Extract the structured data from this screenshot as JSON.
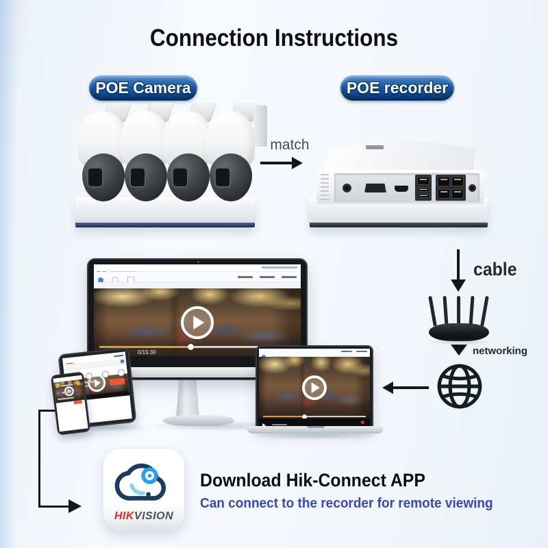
{
  "page": {
    "title": "Connection Instructions"
  },
  "badges": {
    "camera": "POE Camera",
    "recorder": "POE recorder"
  },
  "flow": {
    "match": "match",
    "cable": "cable",
    "networking": "networking"
  },
  "player": {
    "timestamp": "0/15:30"
  },
  "download": {
    "title": "Download Hik-Connect APP",
    "subtitle": "Can connect to the recorder for remote viewing"
  },
  "brand": {
    "red": "HIK",
    "dark": "VISION"
  },
  "colors": {
    "badge_blue_top": "#4a86c6",
    "badge_blue_bottom": "#0a3f7d",
    "subtitle_blue": "#3a49b0",
    "brand_red": "#e02726",
    "arrow_black": "#15161a",
    "router_black": "#1f2329",
    "progress_orange": "#e09a3c",
    "app_cloud_navy": "#1d3a5f",
    "app_lens_blue": "#2a9df4"
  },
  "icons": {
    "globe": "globe-icon",
    "play": "play-icon",
    "cloud_camera": "hik-connect-cloud-icon",
    "arrows": [
      "right-arrow-icon",
      "down-arrow-icon",
      "left-arrow-icon",
      "elbow-arrow-icon"
    ]
  }
}
